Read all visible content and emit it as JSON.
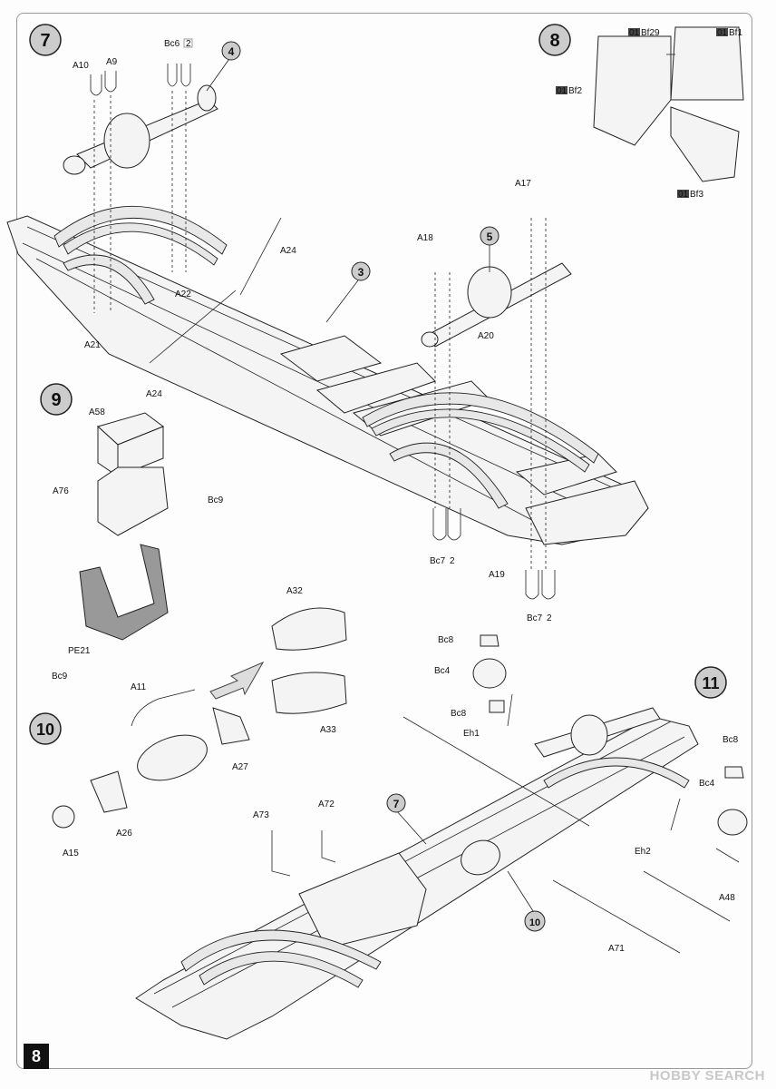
{
  "page_number": "8",
  "watermark": "HOBBY SEARCH",
  "steps": [
    {
      "number": "7"
    },
    {
      "number": "8"
    },
    {
      "number": "9"
    },
    {
      "number": "10"
    },
    {
      "number": "11"
    }
  ],
  "callouts": [
    "4",
    "3",
    "5",
    "7",
    "10"
  ],
  "parts": {
    "bc6": "Bc6",
    "a10": "A10",
    "a9": "A9",
    "a22": "A22",
    "a21": "A21",
    "a24_top": "A24",
    "a24_bot": "A24",
    "bf29": "Bf29",
    "bf1": "Bf1",
    "bf2": "Bf2",
    "bf3": "Bf3",
    "fret": "01",
    "a17": "A17",
    "a18": "A18",
    "a20": "A20",
    "bc7_a": "Bc7",
    "bc7_b": "Bc7",
    "a19": "A19",
    "x2": "2",
    "a58": "A58",
    "a76": "A76",
    "bc9_a": "Bc9",
    "bc9_b": "Bc9",
    "pe21": "PE21",
    "a32": "A32",
    "a33": "A33",
    "a11": "A11",
    "a27": "A27",
    "a26": "A26",
    "a15": "A15",
    "bc8_a": "Bc8",
    "bc4_a": "Bc4",
    "bc8_b": "Bc8",
    "eh1": "Eh1",
    "bc8_c": "Bc8",
    "bc4_b": "Bc4",
    "eh2": "Eh2",
    "a48": "A48",
    "a71": "A71",
    "a73": "A73",
    "a72": "A72"
  }
}
